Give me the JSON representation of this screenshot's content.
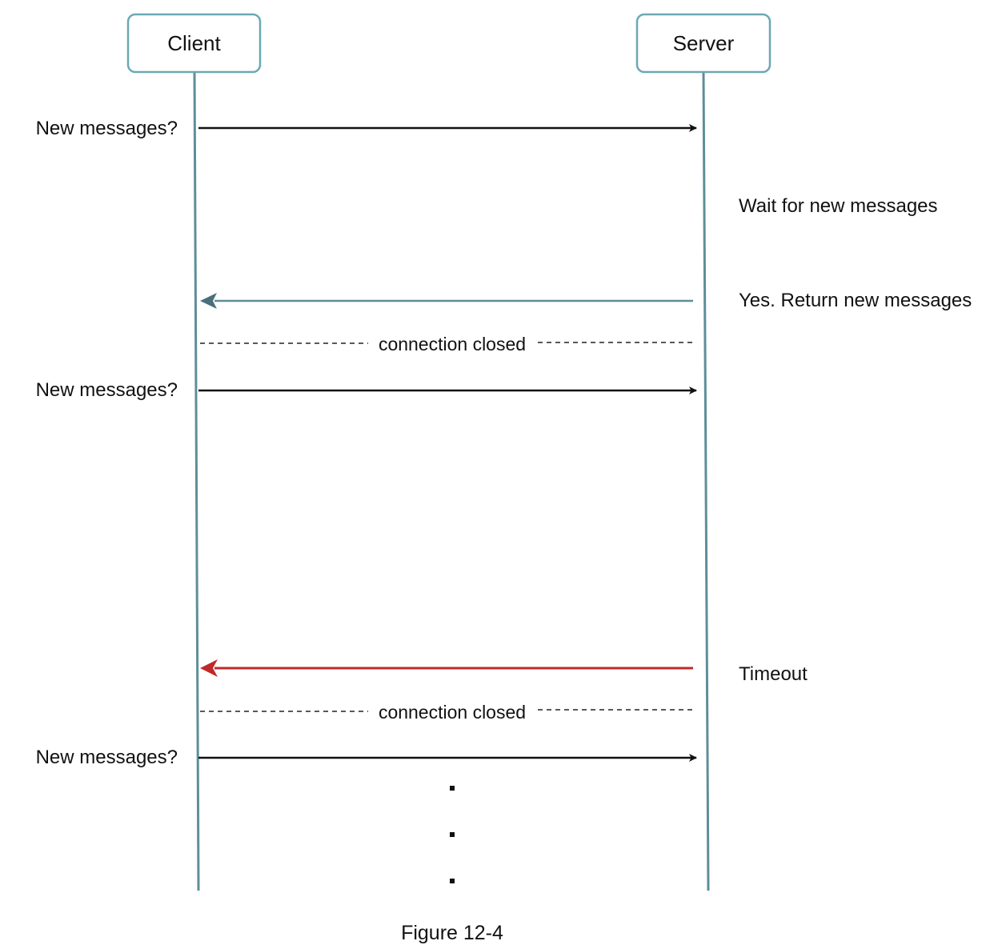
{
  "participants": {
    "client": {
      "label": "Client"
    },
    "server": {
      "label": "Server"
    }
  },
  "messages": [
    {
      "id": "req-1",
      "direction": "client-to-server",
      "label": "New messages?",
      "color": "#111111"
    },
    {
      "id": "resp-1",
      "direction": "server-to-client",
      "label": "Yes. Return new messages",
      "color": "#5e8e99"
    },
    {
      "id": "req-2",
      "direction": "client-to-server",
      "label": "New messages?",
      "color": "#111111"
    },
    {
      "id": "resp-2",
      "direction": "server-to-client",
      "label": "Timeout",
      "color": "#c0282a"
    },
    {
      "id": "req-3",
      "direction": "client-to-server",
      "label": "New messages?",
      "color": "#111111"
    }
  ],
  "notes": {
    "server_wait": "Wait for new messages"
  },
  "dividers": [
    {
      "label": "connection closed"
    },
    {
      "label": "connection closed"
    }
  ],
  "ellipsis": ".",
  "caption": "Figure 12-4"
}
